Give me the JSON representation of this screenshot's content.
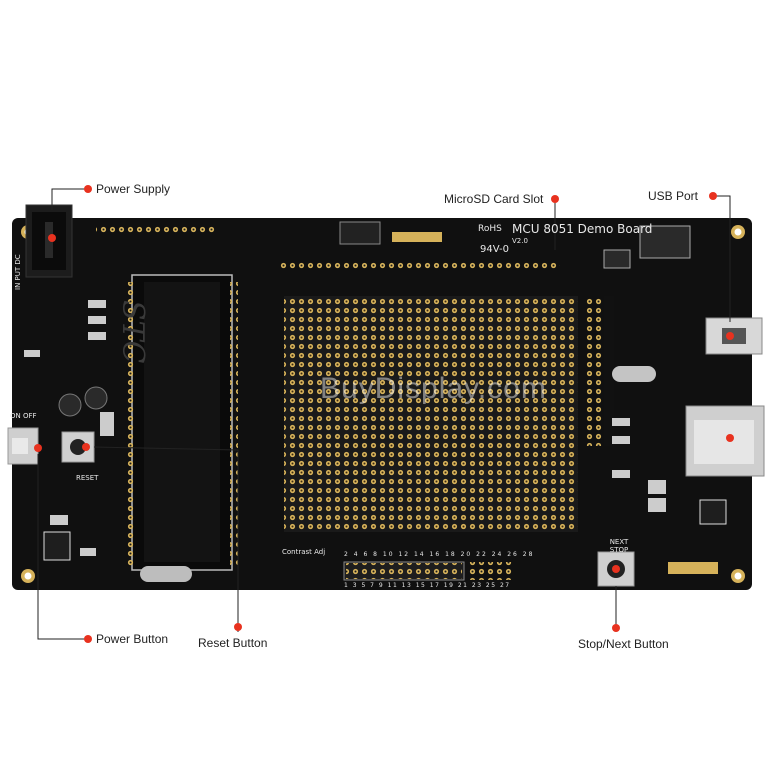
{
  "colors": {
    "board": "#101010",
    "pad_gold": "#d6b25a",
    "silkscreen": "#e8e8e8",
    "callout_dot": "#e8321f",
    "line": "#222222"
  },
  "callouts": {
    "power_supply": "Power Supply",
    "microsd_slot": "MicroSD Card Slot",
    "usb_port": "USB Port",
    "power_button": "Power Button",
    "reset_button": "Reset Button",
    "stop_next_button": "Stop/Next Button"
  },
  "board": {
    "title": "MCU 8051 Demo Board",
    "version": "V2.0",
    "rohs": "RoHS",
    "ul_mark": "94V-0",
    "chip_text": "STC",
    "reset_label": "RESET",
    "next_stop_label": "NEXT STOP",
    "power_on_off": "ON OFF",
    "input_dc": "IN PUT DC",
    "contrast_label": "Contrast Adj",
    "header_top_numbers": "2 4 6 8 10 12 14 16 18 20 22 24 26 28",
    "header_bottom_numbers": "1 3 5 7 9 11 13 15 17 19 21 23 25 27"
  },
  "watermark": "BuyDisplay.com"
}
